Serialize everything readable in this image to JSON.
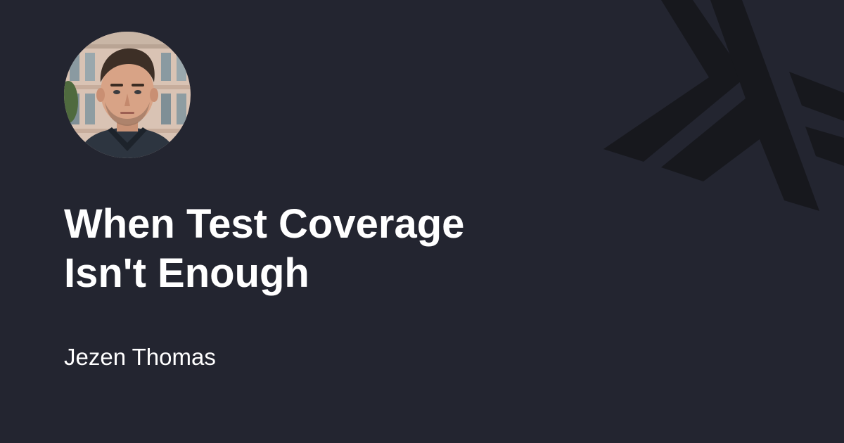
{
  "post": {
    "title_line_1": "When Test Coverage",
    "title_line_2": "Isn't Enough",
    "author": "Jezen Thomas"
  },
  "icons": {
    "logo": "haskell-logo-icon",
    "avatar": "author-avatar"
  },
  "colors": {
    "background": "#232530",
    "text": "#ffffff",
    "logo": "#17181d"
  }
}
